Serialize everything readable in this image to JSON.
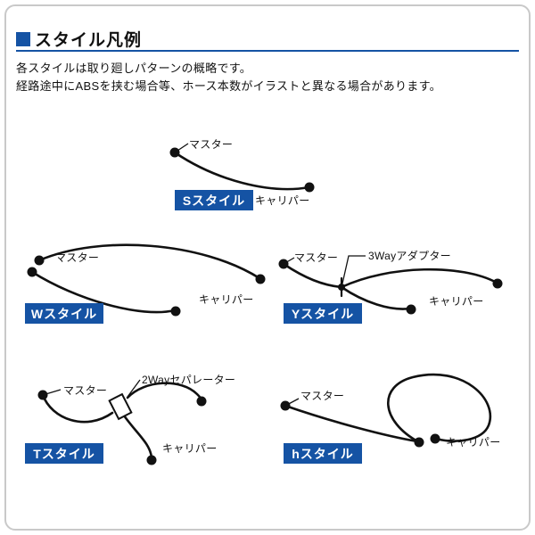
{
  "page": {
    "title": "スタイル凡例",
    "desc_line_1": "各スタイルは取り廻しパターンの概略です。",
    "desc_line_2": "経路途中にABSを挟む場合等、ホース本数がイラストと異なる場合があります。"
  },
  "labels": {
    "master": "マスター",
    "caliper": "キャリパー",
    "adapter_3way": "3Wayアダプター",
    "separator_2way": "2Wayセパレーター"
  },
  "styles": {
    "s": {
      "name": "Sスタイル"
    },
    "w": {
      "name": "Wスタイル"
    },
    "y": {
      "name": "Yスタイル"
    },
    "t": {
      "name": "Tスタイル"
    },
    "h": {
      "name": "hスタイル"
    }
  },
  "colors": {
    "accent_blue": "#1553a4",
    "diagram_line": "#111111",
    "border_gray": "#c9c9c9"
  }
}
